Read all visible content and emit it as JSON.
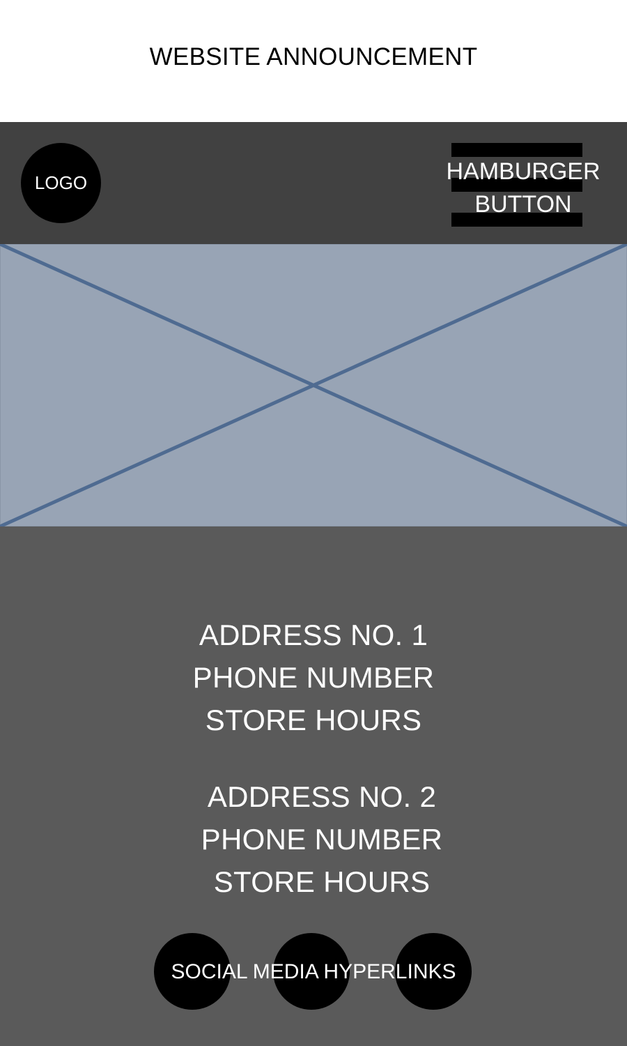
{
  "announcement": {
    "text": "WEBSITE ANNOUNCEMENT"
  },
  "header": {
    "logo_label": "LOGO",
    "hamburger_label": "HAMBURGER\nBUTTON"
  },
  "hero": {
    "icon": "image-placeholder-icon"
  },
  "stores": [
    {
      "address": "ADDRESS NO. 1",
      "phone": "PHONE NUMBER",
      "hours": "STORE HOURS"
    },
    {
      "address": "ADDRESS NO. 2",
      "phone": "PHONE NUMBER",
      "hours": "STORE HOURS"
    }
  ],
  "social": {
    "label": "SOCIAL MEDIA HYPERLINKS",
    "links": 3
  },
  "colors": {
    "header_bg": "#414141",
    "footer_bg": "#5a5a5a",
    "hero_bg": "#98a4b5",
    "hero_cross": "#4f6b91"
  }
}
